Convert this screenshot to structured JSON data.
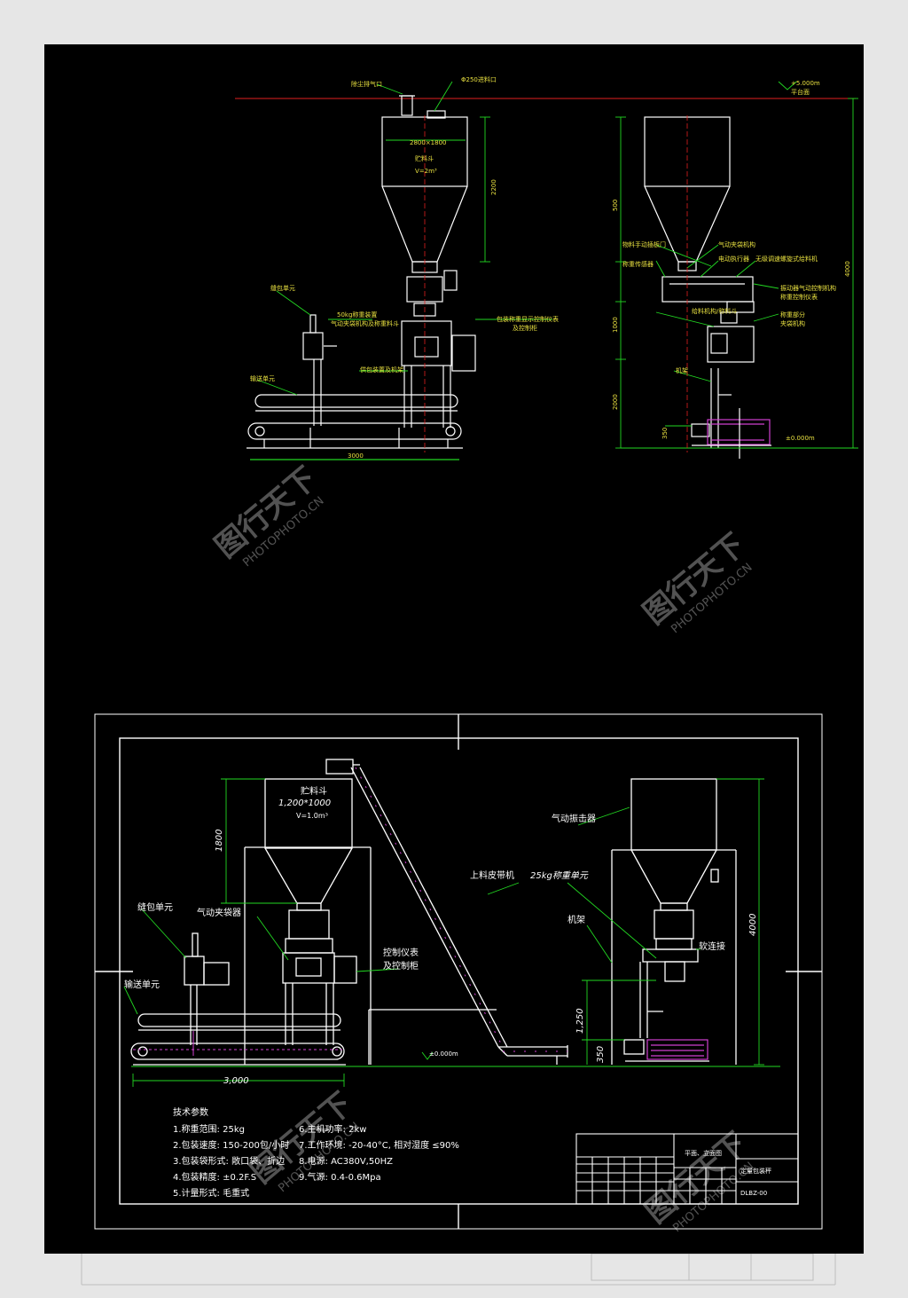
{
  "top_view": {
    "front_labels": {
      "dust_outlet": "除尘排气口",
      "feed_inlet": "Φ250进料口",
      "hopper_size": "2800×1800",
      "hopper_name": "贮料斗",
      "hopper_volume": "V=2m³",
      "height_dim": "2200",
      "bag_clamp": "50kg称重装置",
      "bag_clamp_2": "气动夹袋机构及称重料斗",
      "control_box": "包装称重显示控制仪表",
      "control_box_2": "及控制柜",
      "stitching": "缝包单元",
      "conveyor": "输送单元",
      "frame_note": "供包装置及机架",
      "width_dim": "3000"
    },
    "side_labels": {
      "level_top": "+5.000m",
      "level_top_2": "平台面",
      "l1": "物料手动插板门",
      "l2": "称重传感器",
      "l3": "气动夹袋机构",
      "l4": "电动执行器",
      "l5": "给料机构/称料斗",
      "l6": "无级调速螺旋式给料机",
      "l7": "振动器气动控制机构",
      "l8": "称重控制仪表",
      "l9": "称重部分",
      "l10": "夹袋机构",
      "l11": "机架",
      "dim_500": "500",
      "dim_1000": "1000",
      "dim_2000": "2000",
      "dim_4000": "4000",
      "dim_350": "350",
      "level_floor": "±0.000m"
    }
  },
  "bottom_view": {
    "hopper_name": "贮料斗",
    "hopper_size": "1,200*1000",
    "hopper_volume": "V=1.0m³",
    "dim_1800": "1800",
    "stitching_unit": "缝包单元",
    "pneumatic_bag_clamp": "气动夹袋器",
    "conveying_unit": "输送单元",
    "control_instrument": "控制仪表",
    "control_cabinet": "及控制柜",
    "belt_conveyor": "上料皮带机",
    "weighing_unit": "25kg称重单元",
    "pneumatic_vibrator": "气动振击器",
    "frame": "机架",
    "soft_connection": "软连接",
    "dim_4000": "4000",
    "dim_1250": "1,250",
    "dim_350": "350",
    "dim_3000": "3,000",
    "floor_level": "±0.000m"
  },
  "tech_params": {
    "title": "技术参数",
    "items_left": [
      "1.称重范围: 25kg",
      "2.包装速度: 150-200包/小时",
      "3.包装袋形式: 敞口袋、折边",
      "4.包装精度: ±0.2F.S",
      "5.计量形式: 毛重式"
    ],
    "items_right": [
      "6.主机功率: 2kw",
      "7.工作环境: -20-40°C, 相对湿度 ≤90%",
      "8.电源: AC380V,50HZ",
      "9.气源: 0.4-0.6Mpa"
    ]
  },
  "title_block": {
    "cell_1": "平面、立面图",
    "cell_2": "定量包装秤",
    "cell_3": "DLBZ-00"
  },
  "watermark": {
    "cn": "图行天下",
    "en": "PHOTOPHOTO.CN"
  },
  "colors": {
    "background": "#000000",
    "line": "#ffffff",
    "dim_green": "#22d822",
    "red_axis": "#e02020",
    "magenta": "#d040d0",
    "yellow": "#e8e040"
  }
}
